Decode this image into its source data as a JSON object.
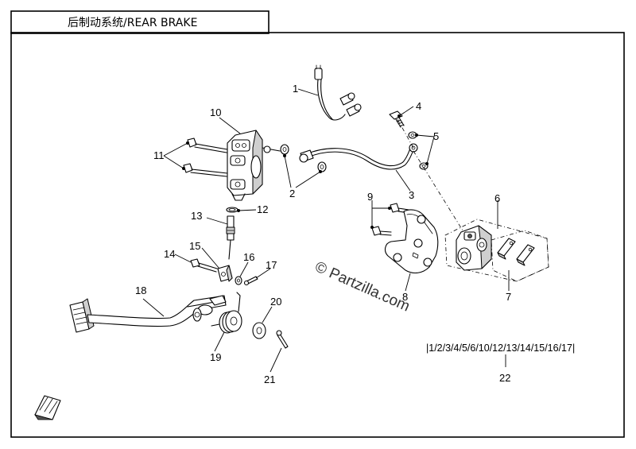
{
  "title": "后制动系统/REAR BRAKE",
  "watermark": "© Partzilla.com",
  "kit_note": "|1/2/3/4/5/6/10/12/13/14/15/16/17|",
  "callouts": [
    "1",
    "2",
    "3",
    "4",
    "5",
    "6",
    "7",
    "8",
    "9",
    "10",
    "11",
    "12",
    "13",
    "14",
    "15",
    "16",
    "17",
    "18",
    "19",
    "20",
    "21",
    "22"
  ]
}
